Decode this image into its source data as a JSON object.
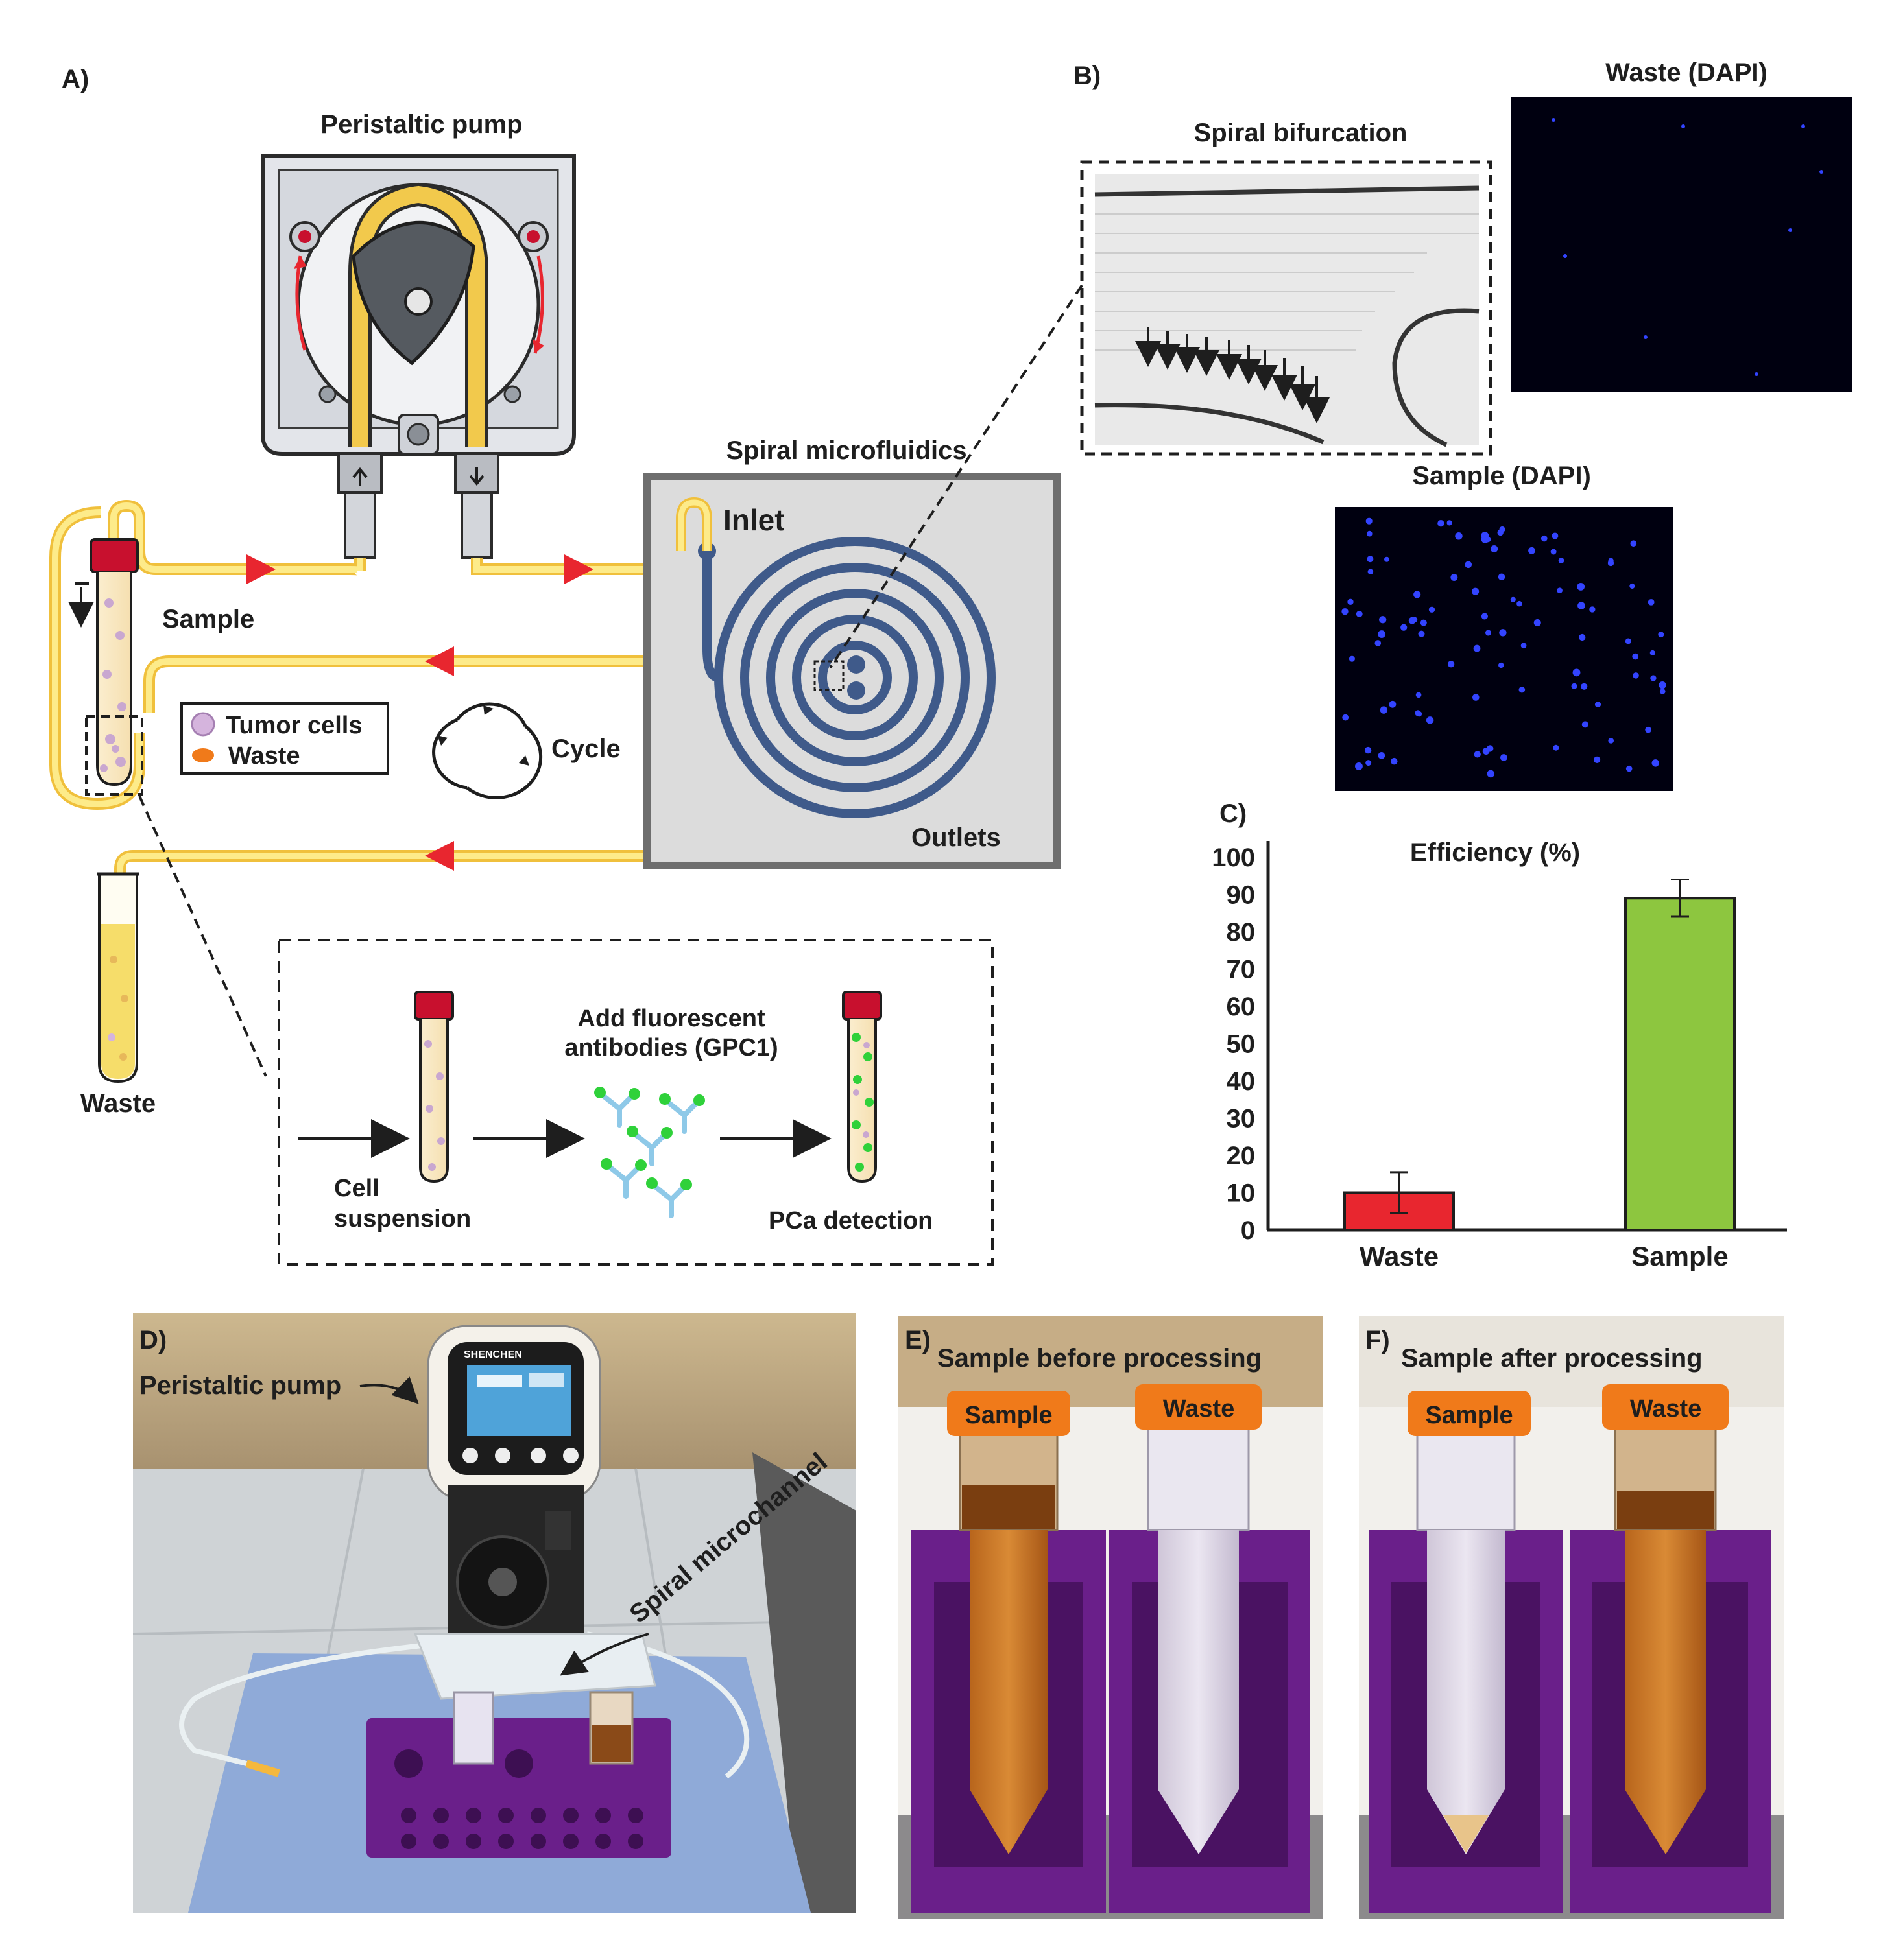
{
  "panels": {
    "a": "A)",
    "b": "B)",
    "c": "C)",
    "d": "D)",
    "e": "E)",
    "f": "F)"
  },
  "panel_a": {
    "pump_title": "Peristaltic pump",
    "spiral_title": "Spiral microfluidics",
    "inlet": "Inlet",
    "outlets": "Outlets",
    "sample": "Sample",
    "waste_tube": "Waste",
    "legend_tumor": "Tumor cells",
    "legend_waste": "Waste",
    "cycle": "Cycle",
    "add_antibodies_line1": "Add fluorescent",
    "add_antibodies_line2": "antibodies (GPC1)",
    "cell_suspension_line1": "Cell",
    "cell_suspension_line2": "suspension",
    "pca_detection": "PCa detection"
  },
  "panel_b": {
    "spiral_bifurcation": "Spiral bifurcation",
    "waste_dapi": "Waste (DAPI)",
    "sample_dapi": "Sample (DAPI)"
  },
  "chart_data": {
    "type": "bar",
    "title": "Efficiency (%)",
    "categories": [
      "Waste",
      "Sample"
    ],
    "values": [
      10,
      89
    ],
    "errors": [
      5.5,
      5
    ],
    "colors": [
      "#e8262f",
      "#8dc63f"
    ],
    "ylim": [
      0,
      100
    ],
    "yticks": [
      "0",
      "10",
      "20",
      "30",
      "40",
      "50",
      "60",
      "70",
      "80",
      "90",
      "100"
    ],
    "xlabel": "",
    "ylabel": ""
  },
  "panel_d": {
    "pump_label": "Peristaltic pump",
    "channel_label": "Spiral microchannel",
    "brand": "SHENCHEN"
  },
  "panel_e": {
    "title": "Sample before processing",
    "cap_sample": "Sample",
    "cap_waste": "Waste"
  },
  "panel_f": {
    "title": "Sample after processing",
    "cap_sample": "Sample",
    "cap_waste": "Waste"
  },
  "colors": {
    "tubing": "#fdeb8a",
    "tubing_dark": "#f0c03c",
    "arrow_red": "#e8262f",
    "spiral_blue": "#3f5a8a",
    "cap_red": "#c8102e",
    "purple_rack": "#6a1f8a",
    "cap_orange": "#f07a1a"
  }
}
